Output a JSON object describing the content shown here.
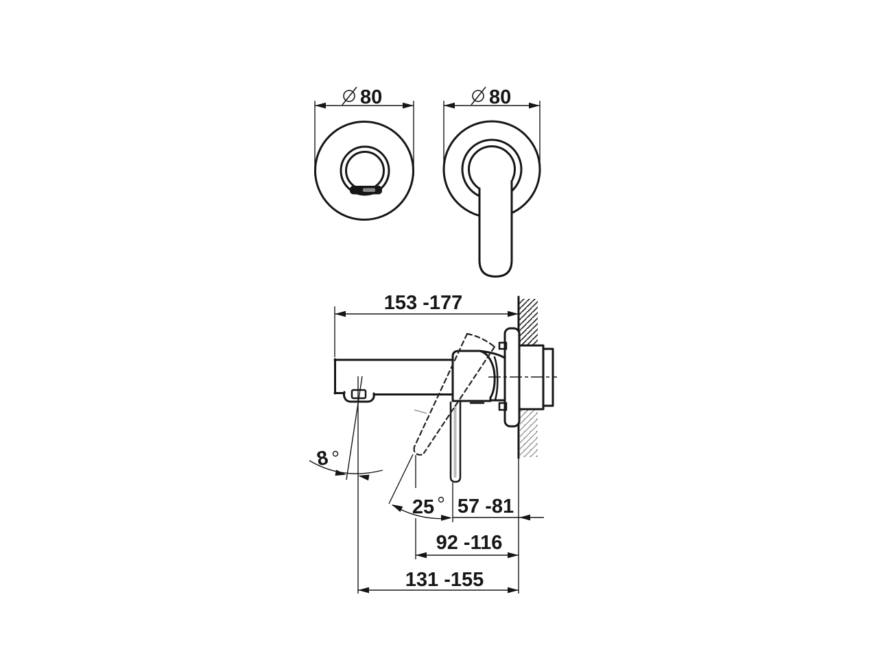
{
  "front": {
    "left_diameter": "80",
    "right_diameter": "80"
  },
  "side": {
    "spout_projection": "153 -177",
    "spout_angle": "8",
    "lever_angle": "25",
    "cartridge_depth": "57 -81",
    "lever_reach": "92 -116",
    "outlet_reach": "131 -155"
  },
  "symbols": {
    "diameter": "Ø",
    "degree": "°"
  },
  "colors": {
    "line": "#161616",
    "lever_shadow": "#bcbcbc",
    "hatch_dark": "#2a2a2a",
    "hatch_light": "#8c8c8c",
    "background": "#ffffff"
  }
}
